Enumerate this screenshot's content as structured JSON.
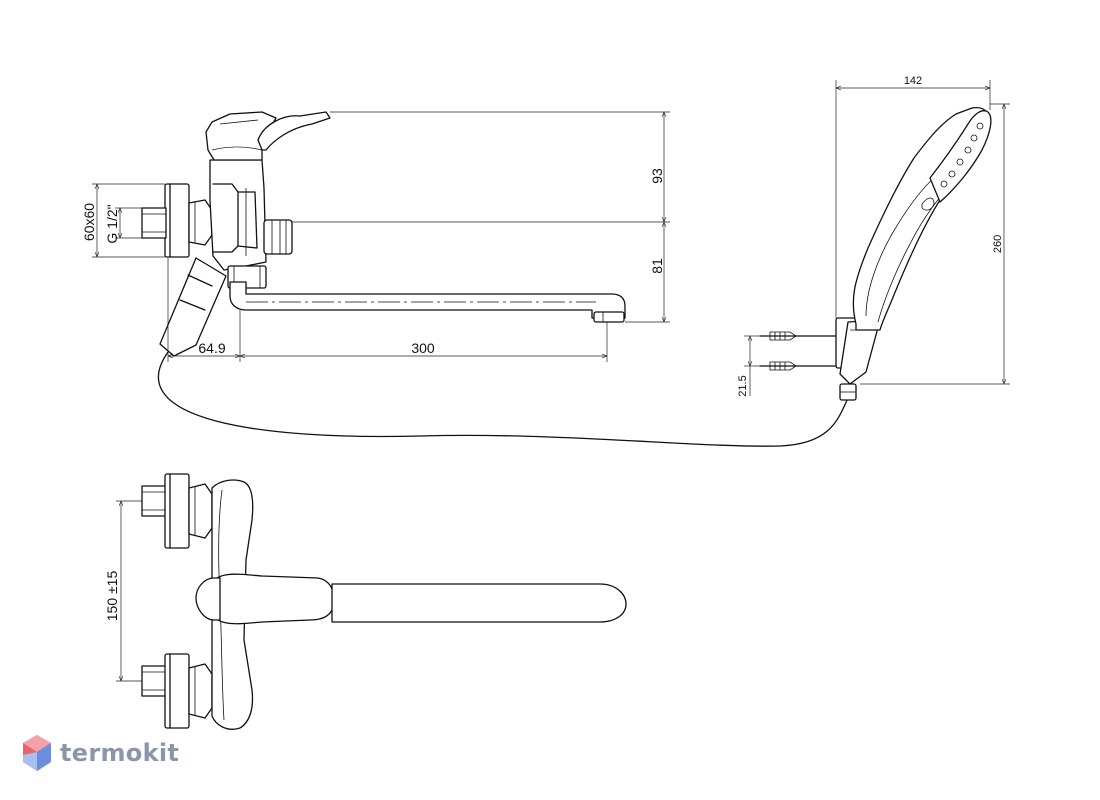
{
  "dimensions": {
    "nut_size": "60x60",
    "thread": "G 1/2\"",
    "lever_to_axis": "93",
    "axis_to_spout": "81",
    "body_offset": "64.9",
    "spout_length": "300",
    "shower_head_width": "142",
    "shower_height": "260",
    "holder_screw_spacing": "21.5",
    "inlet_spacing": "150 ±15"
  },
  "logo": {
    "text": "termokit",
    "colors": [
      "#e8636b",
      "#f2a2a8",
      "#6b8fe0",
      "#a8c0f0"
    ]
  }
}
